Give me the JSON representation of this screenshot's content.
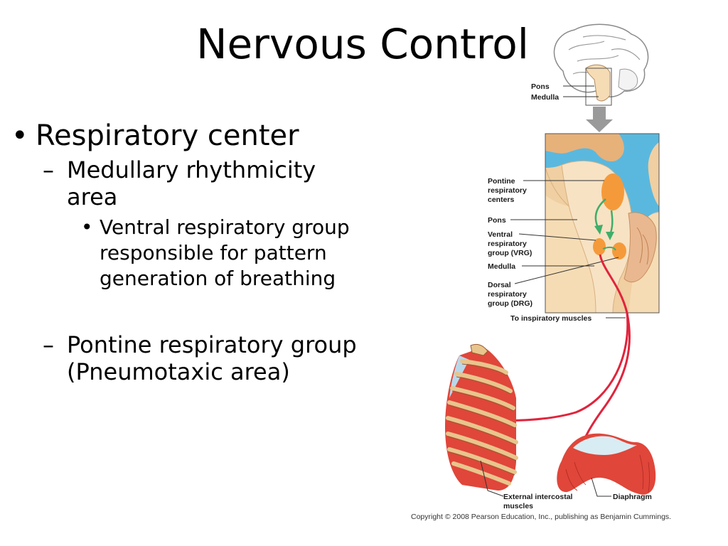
{
  "slide": {
    "title": "Nervous Control",
    "bullet1": "Respiratory center",
    "sub1": "Medullary rhythmicity area",
    "subsub1": "Ventral respiratory group responsible for pattern generation of breathing",
    "sub2": "Pontine respiratory group (Pneumotaxic area)",
    "dash": "–",
    "dot": "•"
  },
  "figure": {
    "labels": {
      "pons_top": "Pons",
      "medulla_top": "Medulla",
      "pontine_1": "Pontine",
      "pontine_2": "respiratory",
      "pontine_3": "centers",
      "pons": "Pons",
      "ventral_1": "Ventral",
      "ventral_2": "respiratory",
      "ventral_3": "group (VRG)",
      "medulla": "Medulla",
      "dorsal_1": "Dorsal",
      "dorsal_2": "respiratory",
      "dorsal_3": "group (DRG)",
      "to_inspiratory": "To inspiratory muscles",
      "external_1": "External intercostal",
      "external_2": "muscles",
      "diaphragm": "Diaphragm"
    },
    "copyright": "Copyright © 2008 Pearson Education, Inc., publishing as Benjamin Cummings.",
    "colors": {
      "brainstem": "#f6dcb4",
      "csf_blue": "#5ab8de",
      "cortex_tan": "#e7b17a",
      "nucleus_orange": "#f59a3a",
      "pathway_green": "#3fae6a",
      "nerve_red": "#e0243c",
      "muscle_red": "#e0463a",
      "rib_tan": "#e8c58c"
    }
  }
}
